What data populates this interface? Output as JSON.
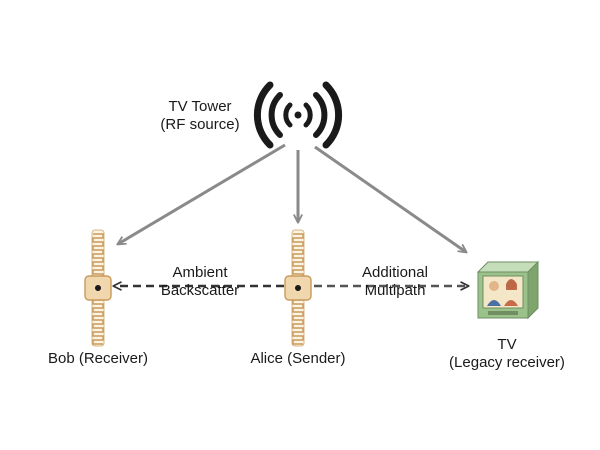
{
  "tower": {
    "line1": "TV Tower",
    "line2": "(RF source)"
  },
  "links": {
    "left": {
      "line1": "Ambient",
      "line2": "Backscatter"
    },
    "right": {
      "line1": "Additional",
      "line2": "Multipath"
    }
  },
  "nodes": {
    "bob": {
      "label": "Bob (Receiver)"
    },
    "alice": {
      "label": "Alice (Sender)"
    },
    "tv": {
      "line1": "TV",
      "line2": "(Legacy receiver)"
    }
  },
  "colors": {
    "arrow": "#8a8a8a",
    "antenna": "#e8c79a",
    "antenna_stroke": "#c89a5a",
    "tv_body": "#9bc28a",
    "tv_screen": "#f4e7c8"
  },
  "icons": {
    "tower": "broadcast-tower-icon",
    "bob": "rfid-tag-antenna-icon",
    "alice": "rfid-tag-antenna-icon",
    "tv": "tv-set-icon"
  }
}
